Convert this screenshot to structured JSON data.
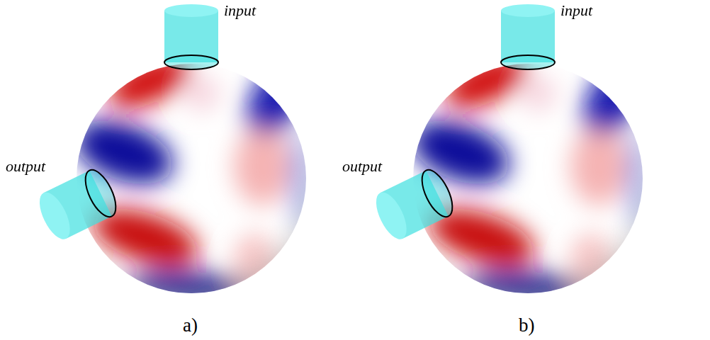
{
  "diagram": {
    "labels": [
      "input",
      "output",
      "a)",
      "input",
      "output",
      "b)"
    ]
  }
}
